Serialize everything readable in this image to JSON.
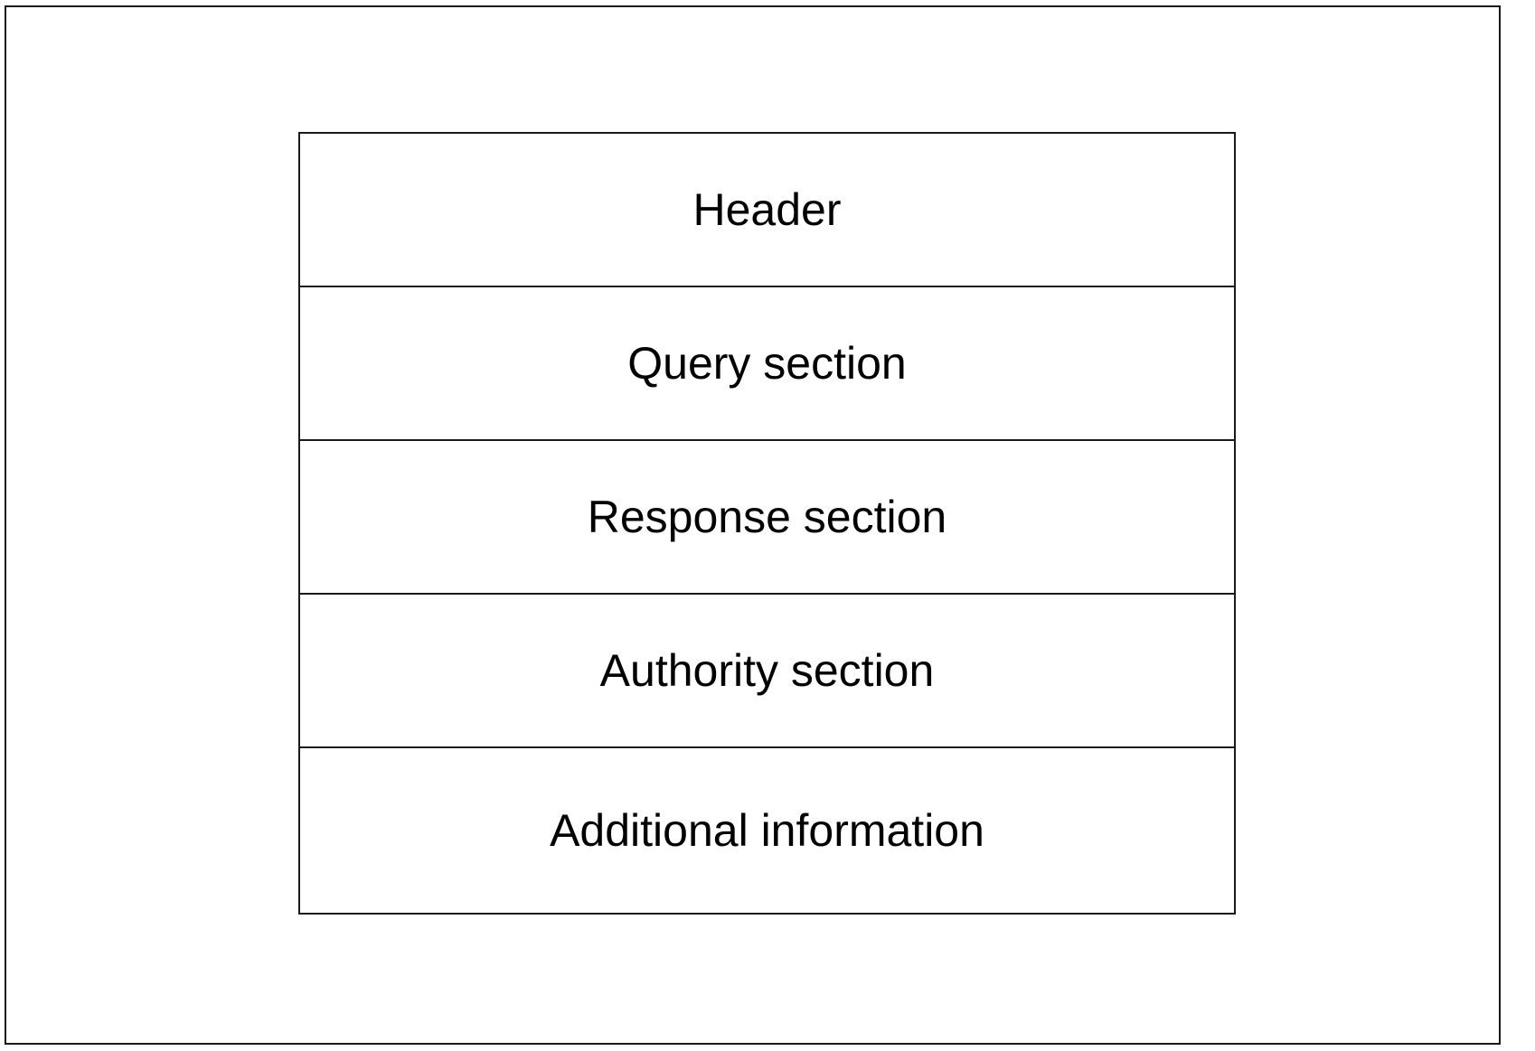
{
  "diagram": {
    "sections": [
      {
        "label": "Header"
      },
      {
        "label": "Query section"
      },
      {
        "label": "Response section"
      },
      {
        "label": "Authority section"
      },
      {
        "label": "Additional information"
      }
    ]
  },
  "colors": {
    "stroke": "#1a1a1a",
    "text": "#000000",
    "background": "#ffffff"
  }
}
